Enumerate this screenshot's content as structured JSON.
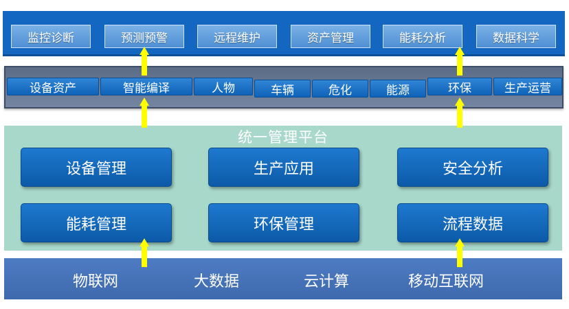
{
  "applications": [
    "监控诊断",
    "预测预警",
    "远程维护",
    "资产管理",
    "能耗分析",
    "数据科学"
  ],
  "objects": [
    "设备资产",
    "智能编译",
    "人物",
    "车辆",
    "危化",
    "能源",
    "环保",
    "生产运营"
  ],
  "platform": {
    "title": "统一管理平台",
    "modules": [
      "设备管理",
      "生产应用",
      "安全分析",
      "能耗管理",
      "环保管理",
      "流程数据"
    ]
  },
  "infrastructure": [
    "物联网",
    "大数据",
    "云计算",
    "移动互联网"
  ],
  "colors": {
    "top_band": "#1467c0",
    "object_band": "#5b6d86",
    "platform_band": "#a8d8c9",
    "infra_band": "#4e7cc3",
    "arrow": "#ffff00"
  },
  "icons": [
    "up-arrow-icon"
  ]
}
